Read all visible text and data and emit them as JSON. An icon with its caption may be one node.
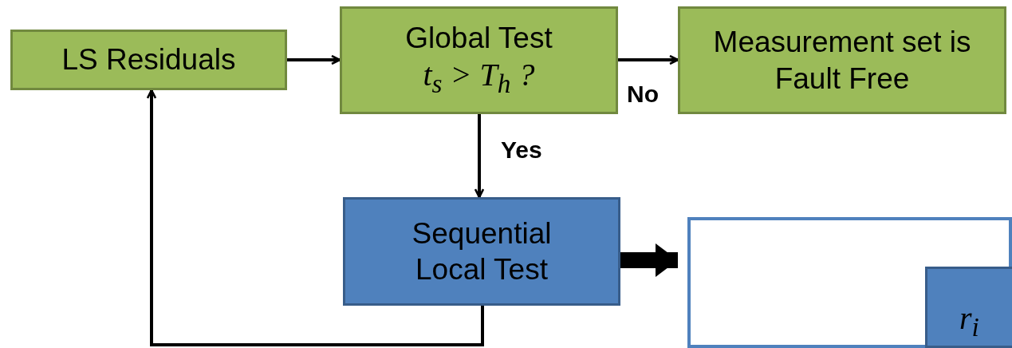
{
  "diagram": {
    "nodes": [
      {
        "text": [
          "LS Residuals"
        ]
      },
      {
        "text": [
          "Global Test",
          "t$_{s}$ > T$_{h}$ ?"
        ]
      },
      {
        "text": [
          "Measurement set is Fault Free"
        ]
      },
      {
        "text": [
          "Sequential Local Test"
        ]
      },
      {
        "text": [],
        "shape": "box"
      },
      {
        "text": [
          "*r*$_{i}$"
        ],
        "in": 4
      }
    ],
    "edges": [
      {
        "from": 0,
        "to": 1,
        "arrow": "to"
      },
      {
        "from": 1,
        "to": 2,
        "arrow": "to",
        "label": "No"
      },
      {
        "from": 1,
        "to": 3,
        "arrow": "to",
        "label": "Yes"
      },
      {
        "from": 3,
        "to": 0,
        "arrow": "to"
      },
      {
        "from": 3,
        "to": 4,
        "arrow": "to",
        "style": "thick"
      }
    ]
  }
}
